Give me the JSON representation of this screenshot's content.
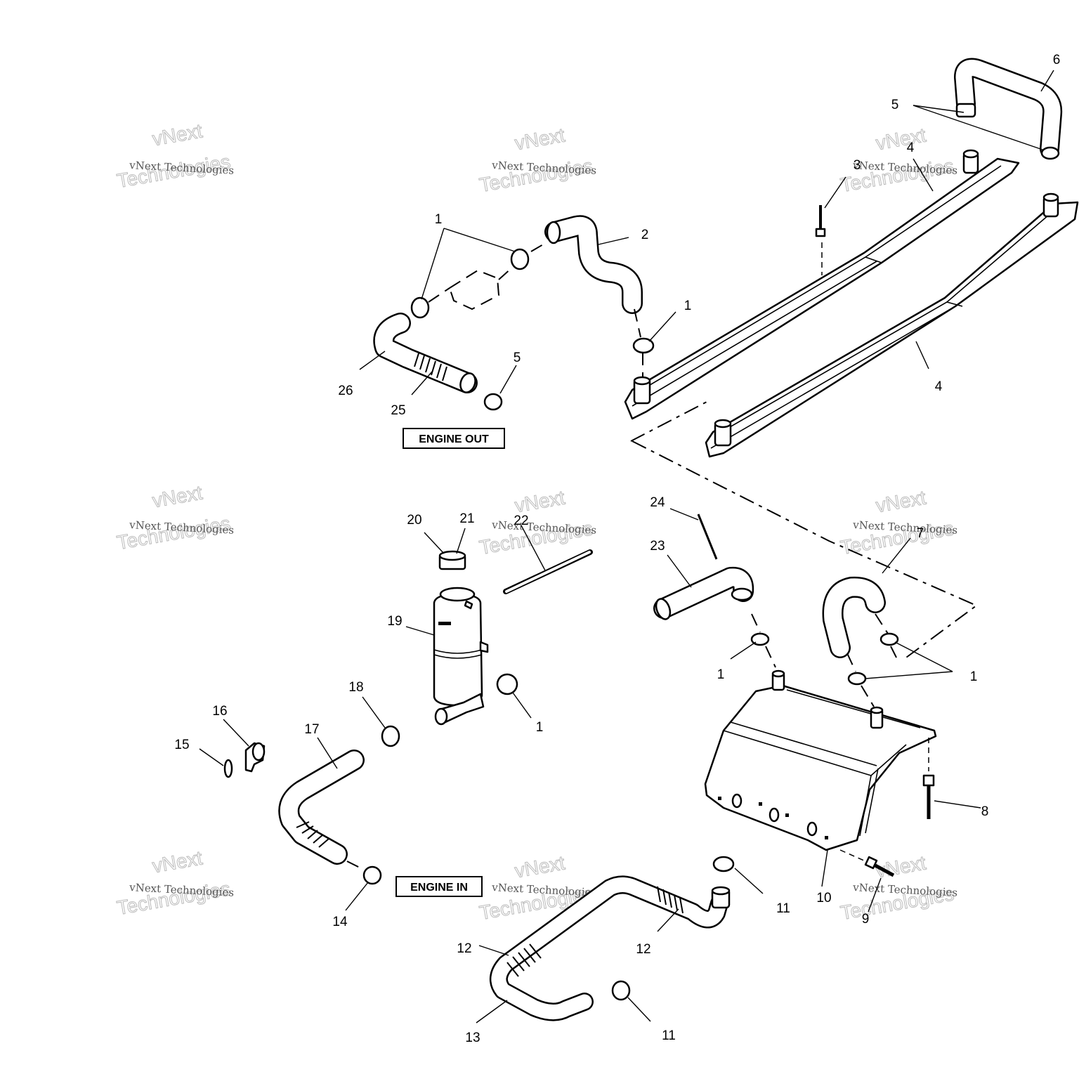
{
  "labels": {
    "engine_out": "ENGINE OUT",
    "engine_in": "ENGINE IN"
  },
  "watermark": {
    "line1": "vNext Technologies",
    "line2": "vNext",
    "line3": "Technologies"
  },
  "callouts": {
    "c1": "1",
    "c2": "2",
    "c3": "3",
    "c4": "4",
    "c5": "5",
    "c6": "6",
    "c7": "7",
    "c8": "8",
    "c9": "9",
    "c10": "10",
    "c11": "11",
    "c12": "12",
    "c13": "13",
    "c14": "14",
    "c15": "15",
    "c16": "16",
    "c17": "17",
    "c18": "18",
    "c19": "19",
    "c20": "20",
    "c21": "21",
    "c22": "22",
    "c23": "23",
    "c24": "24",
    "c25": "25",
    "c26": "26"
  }
}
